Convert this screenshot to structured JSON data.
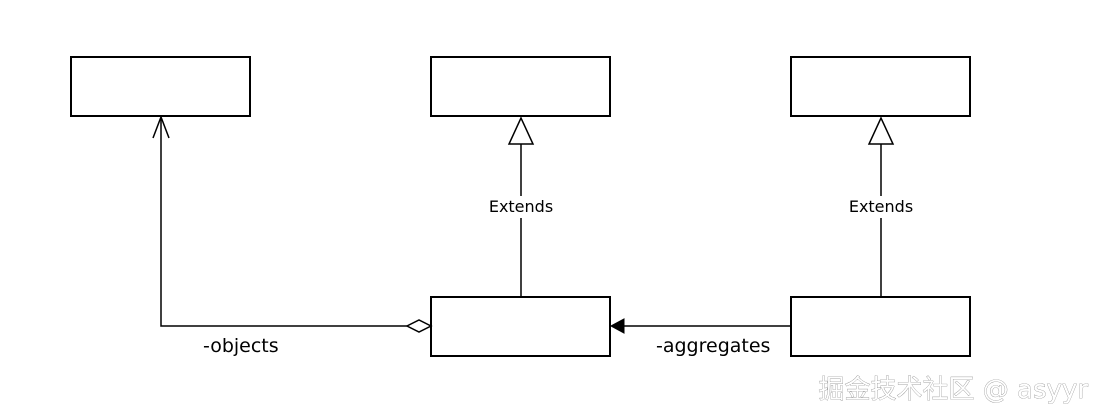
{
  "diagram": {
    "boxes": [
      {
        "id": "top-left",
        "label": ""
      },
      {
        "id": "top-middle",
        "label": ""
      },
      {
        "id": "top-right",
        "label": ""
      },
      {
        "id": "bottom-middle",
        "label": ""
      },
      {
        "id": "bottom-right",
        "label": ""
      }
    ],
    "relations": [
      {
        "type": "aggregation",
        "from": "bottom-middle",
        "to": "top-left",
        "role": "-objects"
      },
      {
        "type": "generalization",
        "from": "bottom-middle",
        "to": "top-middle",
        "label": "Extends"
      },
      {
        "type": "generalization",
        "from": "bottom-right",
        "to": "top-right",
        "label": "Extends"
      },
      {
        "type": "association",
        "from": "bottom-right",
        "to": "bottom-middle",
        "role": "-aggregates"
      }
    ],
    "labels": {
      "extends_middle": "Extends",
      "extends_right": "Extends",
      "objects_role": "-objects",
      "aggregates_role": "-aggregates"
    }
  },
  "watermark": "掘金技术社区 @ asyyr"
}
